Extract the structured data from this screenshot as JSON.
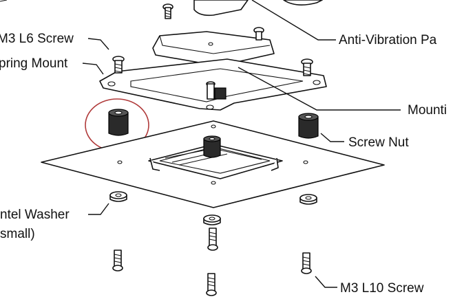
{
  "labels": {
    "anti_vibration": "Anti-Vibration Pa",
    "m3_l6_screw": "M3 L6 Screw",
    "spring_mount": "pring Mount",
    "mounting": "Mounti",
    "screw_nut": "Screw Nut",
    "intel_washer": "ntel Washer",
    "small": "small)",
    "m3_l10_screw": "M3 L10 Screw"
  },
  "colors": {
    "line": "#111111",
    "highlight_circle": "#b03a3a",
    "nut_fill": "#2a2a2a"
  }
}
